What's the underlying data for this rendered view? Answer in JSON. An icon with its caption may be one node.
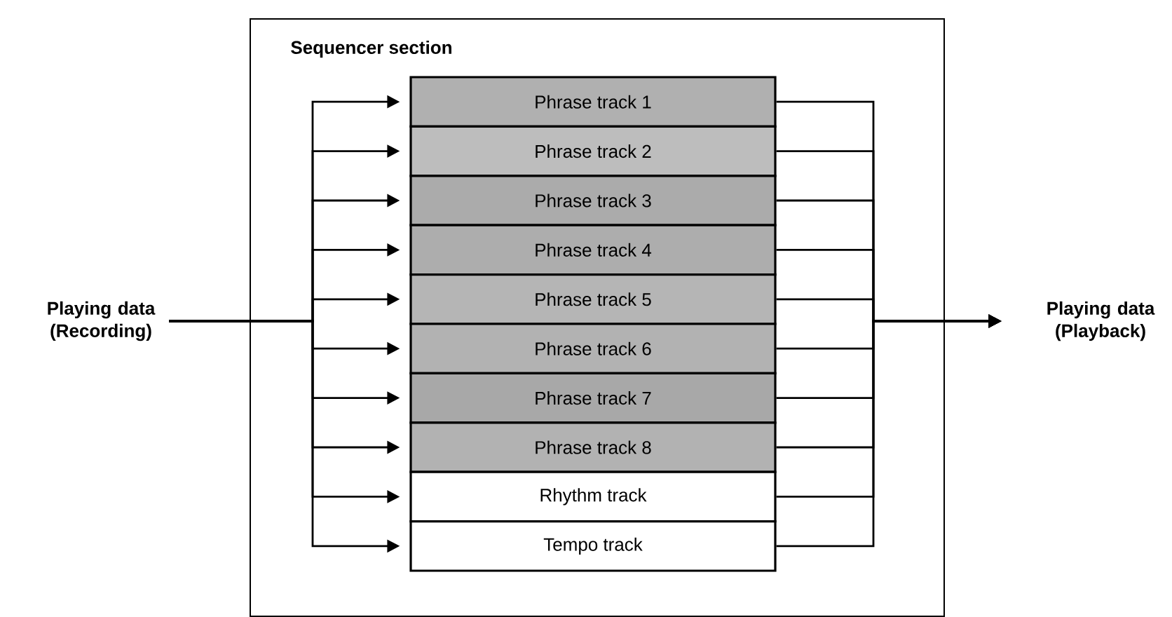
{
  "diagram": {
    "nodes": [
      {
        "text": [
          "Sequencer section"
        ]
      },
      {
        "text": [
          "Phrase track 1"
        ],
        "in": 0
      },
      {
        "text": [
          "Phrase track 2"
        ],
        "in": 0
      },
      {
        "text": [
          "Phrase track 3"
        ],
        "in": 0
      },
      {
        "text": [
          "Phrase track 4"
        ],
        "in": 0
      },
      {
        "text": [
          "Phrase track 5"
        ],
        "in": 0
      },
      {
        "text": [
          "Phrase track 6"
        ],
        "in": 0
      },
      {
        "text": [
          "Phrase track 7"
        ],
        "in": 0
      },
      {
        "text": [
          "Phrase track 8"
        ],
        "in": 0
      },
      {
        "text": [
          "Rhythm track"
        ],
        "in": 0
      },
      {
        "text": [
          "Tempo track"
        ],
        "in": 0
      },
      {
        "text": [
          "Playing data (Recording)"
        ]
      },
      {
        "text": [
          "Playing data (Playback)"
        ]
      }
    ],
    "edges": [
      {
        "from": 11,
        "to": 1,
        "arrow": "to"
      },
      {
        "from": 11,
        "to": 2,
        "arrow": "to"
      },
      {
        "from": 11,
        "to": 3,
        "arrow": "to"
      },
      {
        "from": 11,
        "to": 4,
        "arrow": "to"
      },
      {
        "from": 11,
        "to": 5,
        "arrow": "to"
      },
      {
        "from": 11,
        "to": 6,
        "arrow": "to"
      },
      {
        "from": 11,
        "to": 7,
        "arrow": "to"
      },
      {
        "from": 11,
        "to": 8,
        "arrow": "to"
      },
      {
        "from": 11,
        "to": 9,
        "arrow": "to"
      },
      {
        "from": 11,
        "to": 10,
        "arrow": "to"
      },
      {
        "from": 1,
        "to": 12,
        "arrow": "to"
      },
      {
        "from": 2,
        "to": 12,
        "arrow": "to"
      },
      {
        "from": 3,
        "to": 12,
        "arrow": "to"
      },
      {
        "from": 4,
        "to": 12,
        "arrow": "to"
      },
      {
        "from": 5,
        "to": 12,
        "arrow": "to"
      },
      {
        "from": 6,
        "to": 12,
        "arrow": "to"
      },
      {
        "from": 7,
        "to": 12,
        "arrow": "to"
      },
      {
        "from": 8,
        "to": 12,
        "arrow": "to"
      },
      {
        "from": 9,
        "to": 12,
        "arrow": "to"
      },
      {
        "from": 10,
        "to": 12,
        "arrow": "to"
      }
    ]
  }
}
